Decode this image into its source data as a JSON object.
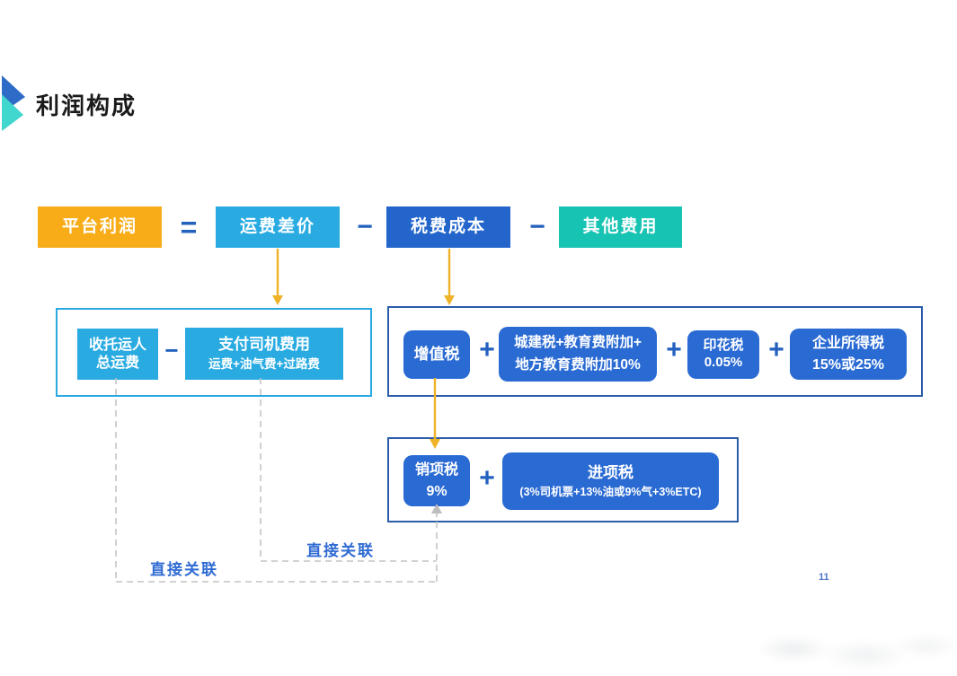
{
  "title": {
    "text": "利润构成"
  },
  "formula": {
    "platform_profit": "平台利润",
    "eq": "=",
    "freight_margin": "运费差价",
    "minus1": "−",
    "tax_cost": "税费成本",
    "minus2": "−",
    "other_fees": "其他费用"
  },
  "freight_detail": {
    "receive_line1": "收托运人",
    "receive_line2": "总运费",
    "minus": "−",
    "pay_title": "支付司机费用",
    "pay_subtitle": "运费+油气费+过路费"
  },
  "tax_detail": {
    "vat": "增值税",
    "plus1": "+",
    "surtax_line1": "城建税+教育费附加+",
    "surtax_line2": "地方教育费附加10%",
    "plus2": "+",
    "stamp_title": "印花税",
    "stamp_rate": "0.05%",
    "plus3": "+",
    "income_title": "企业所得税",
    "income_rate": "15%或25%"
  },
  "vat_detail": {
    "output_title": "销项税",
    "output_rate": "9%",
    "plus": "+",
    "input_title": "进项税",
    "input_subtitle": "(3%司机票+13%油或9%气+3%ETC)"
  },
  "connections": {
    "label_left": "直接关联",
    "label_right": "直接关联"
  },
  "page_number": "11",
  "colors": {
    "orange": "#F8AC18",
    "light_blue": "#29ABE2",
    "blue": "#2365CB",
    "teal": "#17C3B2",
    "rounded_box_blue": "#2A6AD3",
    "operator_blue": "#2361BE",
    "arrow_yellow": "#EFB32A",
    "dashed_gray": "#C4C4C4",
    "connection_label_blue": "#2F6BD3",
    "light_frame_border": "#29A9E0",
    "dark_frame_border": "#2B5CA9"
  }
}
